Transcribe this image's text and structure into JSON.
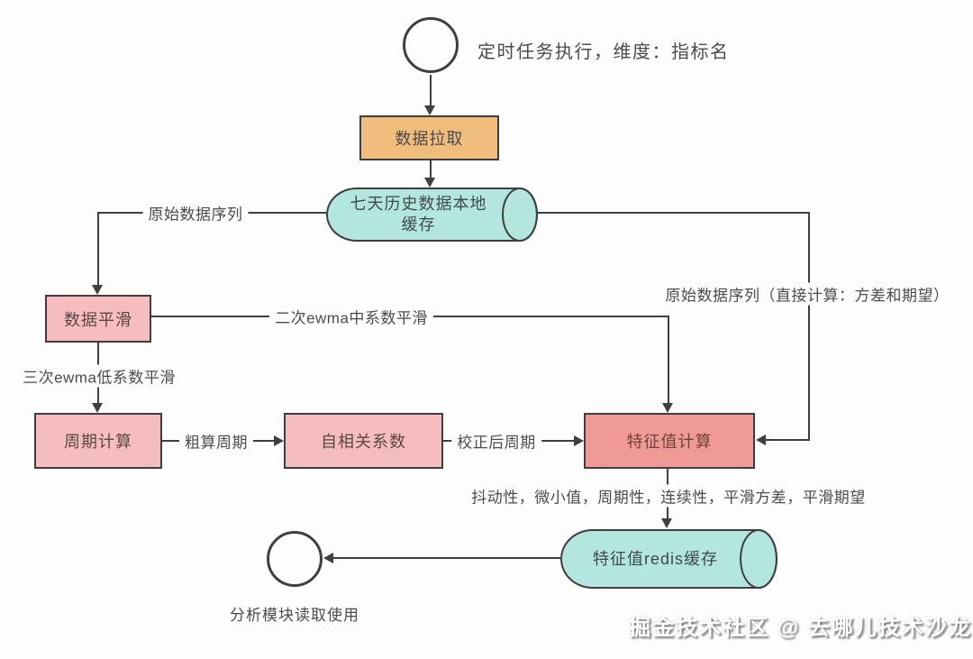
{
  "diagram": {
    "watermark": "掘金技术社区 @ 去哪儿技术沙龙",
    "nodes": {
      "start": {
        "note": "定时任务执行，维度：指标名"
      },
      "data_pull": {
        "label": "数据拉取"
      },
      "local_cache": {
        "label_line1": "七天历史数据本地",
        "label_line2": "缓存"
      },
      "data_smoothing": {
        "label": "数据平滑"
      },
      "period_calc": {
        "label": "周期计算"
      },
      "autocorrelation": {
        "label": "自相关系数"
      },
      "feature_calc": {
        "label": "特征值计算"
      },
      "redis_cache": {
        "label": "特征值redis缓存"
      },
      "end": {
        "note": "分析模块读取使用"
      }
    },
    "edges": {
      "raw_series": "原始数据序列",
      "ewma_mid": "二次ewma中系数平滑",
      "ewma_low": "三次ewma低系数平滑",
      "rough_period": "粗算周期",
      "corrected_period": "校正后周期",
      "raw_series_direct": "原始数据序列（直接计算：方差和期望）",
      "feature_list": "抖动性，微小值，周期性，连续性，平滑方差，平滑期望"
    },
    "colors": {
      "process_orange": "#f1bd7d",
      "process_pink": "#f5bdbf",
      "process_salmon": "#f09a95",
      "datastore_cyan": "#b4e6e0",
      "line": "#3f3f3f",
      "background": "#fdfdfd"
    }
  }
}
